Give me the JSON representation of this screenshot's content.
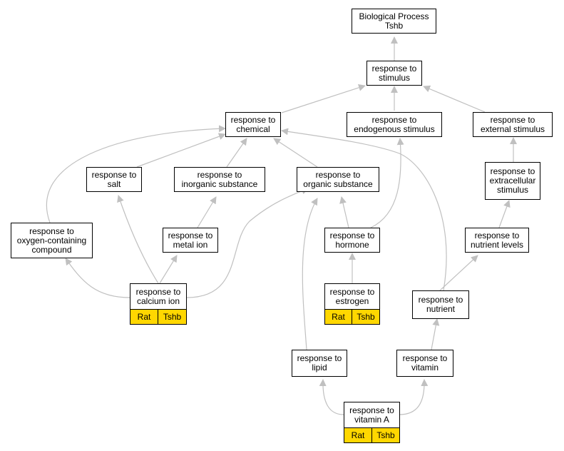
{
  "graph": {
    "colors": {
      "edge": "#c0c0c0",
      "highlight": "#ffd700",
      "node_border": "#000000"
    },
    "nodes": {
      "root": "Biological Process\nTshb",
      "stimulus": "response to\nstimulus",
      "chemical": "response to\nchemical",
      "endogenous": "response to\nendogenous stimulus",
      "external": "response to\nexternal stimulus",
      "extracellular": "response to\nextracellular\nstimulus",
      "salt": "response to\nsalt",
      "inorganic": "response to\ninorganic substance",
      "organic": "response to\norganic substance",
      "oxygen": "response to\noxygen-containing\ncompound",
      "metal": "response to\nmetal ion",
      "hormone": "response to\nhormone",
      "nutrient_levels": "response to\nnutrient levels",
      "calcium": "response to\ncalcium ion",
      "estrogen": "response to\nestrogen",
      "nutrient": "response to\nnutrient",
      "lipid": "response to\nlipid",
      "vitamin": "response to\nvitamin",
      "vitamin_a": "response to\nvitamin A"
    },
    "tags": {
      "calcium": [
        "Rat",
        "Tshb"
      ],
      "estrogen": [
        "Rat",
        "Tshb"
      ],
      "vitamin_a": [
        "Rat",
        "Tshb"
      ]
    }
  }
}
